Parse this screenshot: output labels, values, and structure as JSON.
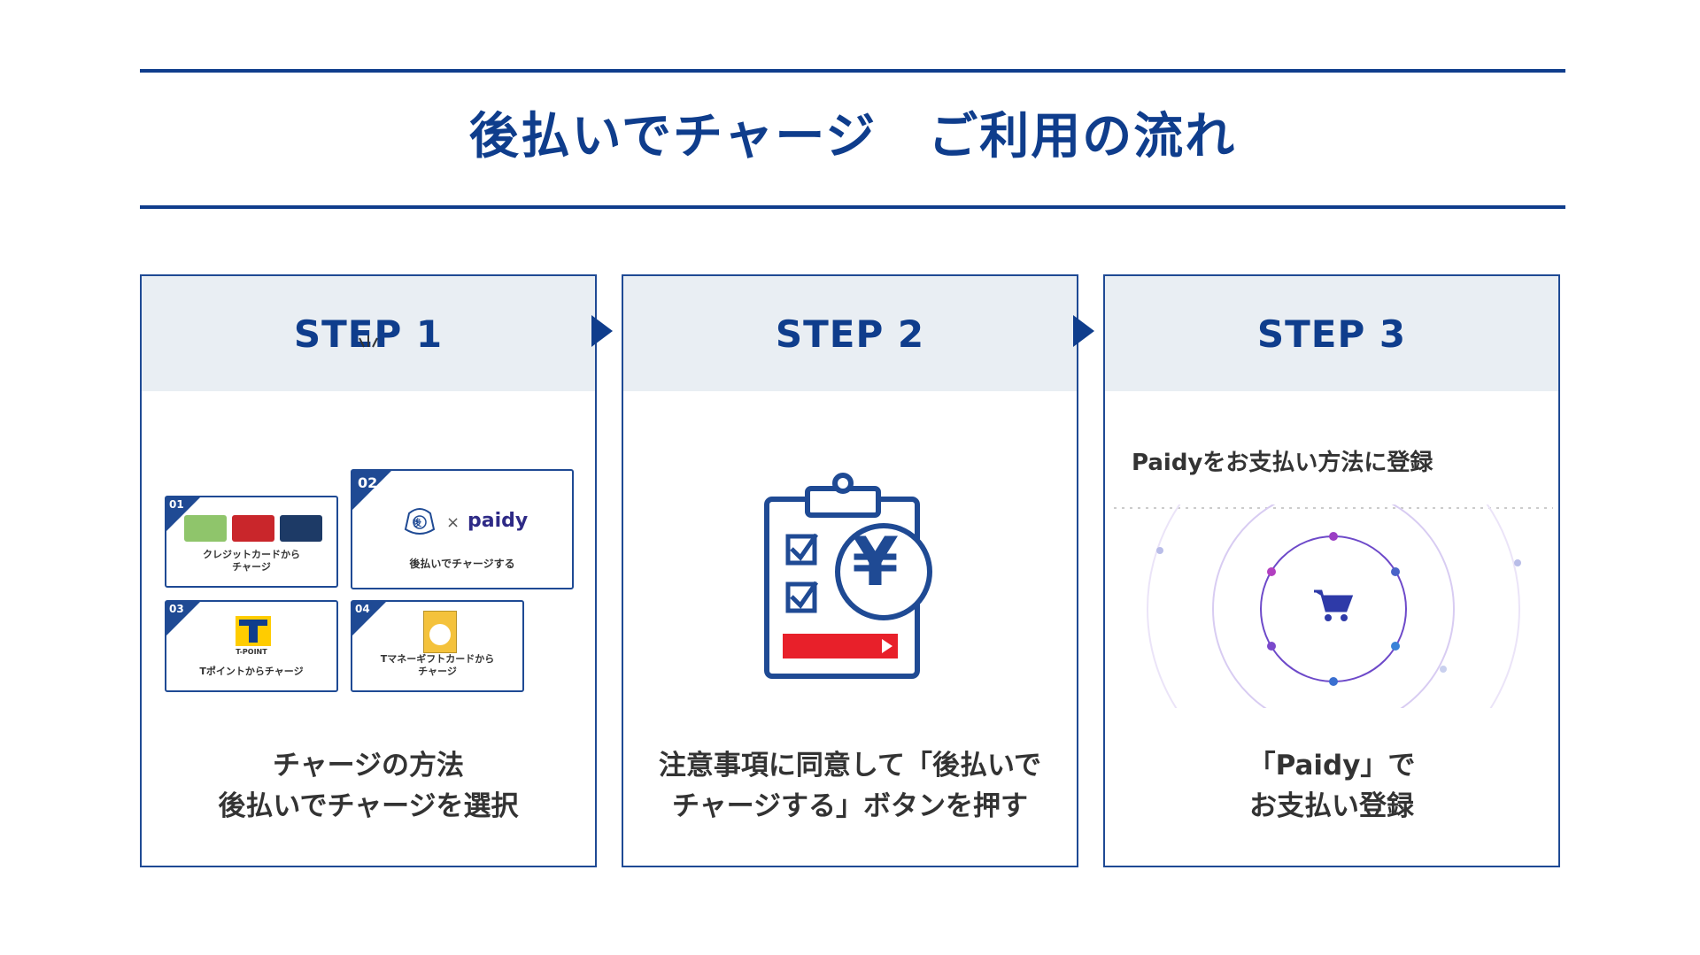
{
  "title": "後払いでチャージ　ご利用の流れ",
  "steps": [
    {
      "label": "STEP 1",
      "caption_line1": "チャージの方法",
      "caption_line2": "後払いでチャージを選択",
      "mini_cards": [
        {
          "num": "01",
          "label_line1": "クレジットカードから",
          "label_line2": "チャージ"
        },
        {
          "num": "02",
          "label_line1": "後払いでチャージする",
          "label_line2": "",
          "brand": "paidy",
          "times": "×",
          "wallet": "後"
        },
        {
          "num": "03",
          "label_line1": "Tポイントからチャージ",
          "label_line2": "",
          "brand": "T-POINT"
        },
        {
          "num": "04",
          "label_line1": "Tマネーギフトカードから",
          "label_line2": "チャージ"
        }
      ]
    },
    {
      "label": "STEP 2",
      "caption_line1": "注意事項に同意して「後払いで",
      "caption_line2": "チャージする」ボタンを押す",
      "icon": "clipboard-yen-icon",
      "yen": "¥"
    },
    {
      "label": "STEP 3",
      "caption_line1": "「Paidy」で",
      "caption_line2": "お支払い登録",
      "panel_title": "Paidyをお支払い方法に登録",
      "icon": "cart-icon"
    }
  ],
  "colors": {
    "navy": "#0f3d8c",
    "header_bg": "#e9eef3",
    "red": "#e8202a"
  }
}
